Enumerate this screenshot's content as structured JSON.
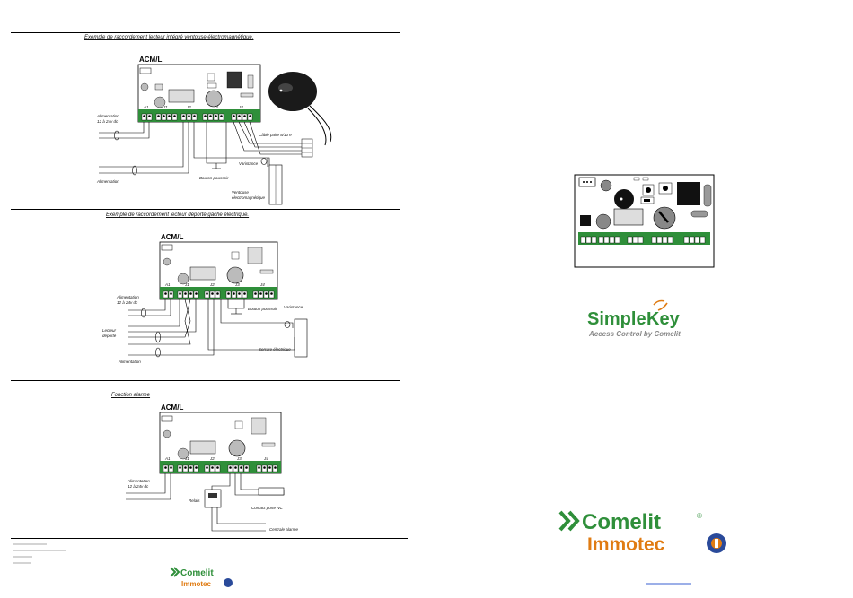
{
  "left_page": {
    "section1": {
      "title": "Exemple de raccordement lecteur intégré ventouse électromagnétique.",
      "model": "ACM/L",
      "labels": {
        "alim1": "Alimentation",
        "alim1_v": "12 à 24v dc",
        "alim2": "Alimentation",
        "cable": "Câble paire 8/10 e",
        "varistance": "Varistance",
        "bouton": "Bouton poussoir",
        "ventouse": "Ventouse",
        "ventouse2": "électromagnétique"
      },
      "connectors": [
        "A1",
        "J1",
        "J2",
        "J3",
        "J4"
      ]
    },
    "section2": {
      "title": "Exemple de raccordement lecteur déporté gâche électrique.",
      "model": "ACM/L",
      "labels": {
        "alim1": "Alimentation",
        "alim1_v": "12 à 24v dc",
        "lecteur": "Lecteur",
        "lecteur2": "déporté",
        "bouton": "Bouton poussoir",
        "varistance": "Varistance",
        "serrure": "Serrure électrique",
        "alim2": "Alimentation"
      },
      "connectors": [
        "A1",
        "J1",
        "J2",
        "J3",
        "J4"
      ]
    },
    "section3": {
      "title": "Fonction alarme",
      "model": "ACM/L",
      "labels": {
        "alim1": "Alimentation",
        "alim1_v": "12 à 24v dc",
        "relais": "Relais",
        "contact": "Contact porte NC",
        "centrale": "Centrale alarme"
      },
      "connectors": [
        "A1",
        "J1",
        "J2",
        "J3",
        "J4"
      ]
    },
    "footer_logo": {
      "brand": "Comelit",
      "sub": "Immotec"
    }
  },
  "right_page": {
    "simple_key": {
      "word1": "Simple",
      "word2": "Key",
      "tagline": "Access Control by Comelit"
    },
    "comelit": {
      "brand": "Comelit",
      "registered": "®",
      "sub": "Immotec"
    }
  },
  "colors": {
    "green": "#2f8f3a",
    "orange": "#e07b12",
    "board_dark": "#333333"
  }
}
